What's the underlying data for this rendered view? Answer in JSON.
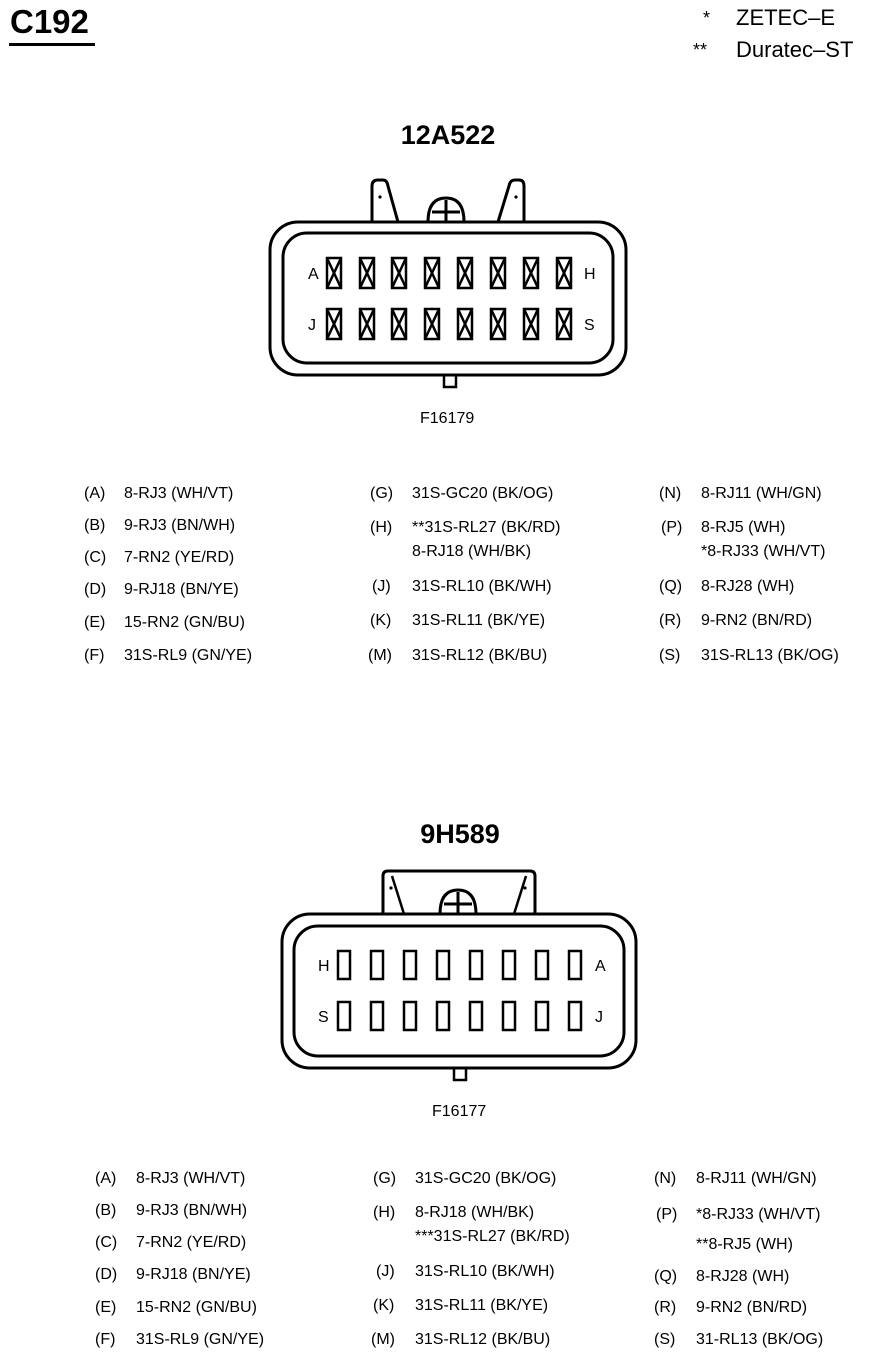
{
  "title": "C192",
  "legend": [
    {
      "mark": "*",
      "text": "ZETEC–E"
    },
    {
      "mark": "**",
      "text": "Duratec–ST"
    }
  ],
  "connectors": [
    {
      "name": "12A522",
      "figure_code": "F16179",
      "pin_labels": {
        "top_left": "A",
        "top_right": "H",
        "bottom_left": "J",
        "bottom_right": "S"
      },
      "pins": [
        {
          "pin": "(A)",
          "circuits": [
            "8-RJ3 (WH/VT)"
          ]
        },
        {
          "pin": "(B)",
          "circuits": [
            "9-RJ3 (BN/WH)"
          ]
        },
        {
          "pin": "(C)",
          "circuits": [
            "7-RN2 (YE/RD)"
          ]
        },
        {
          "pin": "(D)",
          "circuits": [
            "9-RJ18 (BN/YE)"
          ]
        },
        {
          "pin": "(E)",
          "circuits": [
            "15-RN2 (GN/BU)"
          ]
        },
        {
          "pin": "(F)",
          "circuits": [
            "31S-RL9 (GN/YE)"
          ]
        },
        {
          "pin": "(G)",
          "circuits": [
            "31S-GC20 (BK/OG)"
          ]
        },
        {
          "pin": "(H)",
          "circuits": [
            "**31S-RL27 (BK/RD)",
            "8-RJ18 (WH/BK)"
          ]
        },
        {
          "pin": "(J)",
          "circuits": [
            "31S-RL10 (BK/WH)"
          ]
        },
        {
          "pin": "(K)",
          "circuits": [
            "31S-RL11 (BK/YE)"
          ]
        },
        {
          "pin": "(M)",
          "circuits": [
            "31S-RL12 (BK/BU)"
          ]
        },
        {
          "pin": "(N)",
          "circuits": [
            "8-RJ11 (WH/GN)"
          ]
        },
        {
          "pin": "(P)",
          "circuits": [
            "8-RJ5 (WH)",
            "*8-RJ33 (WH/VT)"
          ]
        },
        {
          "pin": "(Q)",
          "circuits": [
            "8-RJ28 (WH)"
          ]
        },
        {
          "pin": "(R)",
          "circuits": [
            "9-RN2 (BN/RD)"
          ]
        },
        {
          "pin": "(S)",
          "circuits": [
            "31S-RL13 (BK/OG)"
          ]
        }
      ]
    },
    {
      "name": "9H589",
      "figure_code": "F16177",
      "pin_labels": {
        "top_left": "H",
        "top_right": "A",
        "bottom_left": "S",
        "bottom_right": "J"
      },
      "pins": [
        {
          "pin": "(A)",
          "circuits": [
            "8-RJ3 (WH/VT)"
          ]
        },
        {
          "pin": "(B)",
          "circuits": [
            "9-RJ3 (BN/WH)"
          ]
        },
        {
          "pin": "(C)",
          "circuits": [
            "7-RN2 (YE/RD)"
          ]
        },
        {
          "pin": "(D)",
          "circuits": [
            "9-RJ18 (BN/YE)"
          ]
        },
        {
          "pin": "(E)",
          "circuits": [
            "15-RN2 (GN/BU)"
          ]
        },
        {
          "pin": "(F)",
          "circuits": [
            "31S-RL9 (GN/YE)"
          ]
        },
        {
          "pin": "(G)",
          "circuits": [
            "31S-GC20 (BK/OG)"
          ]
        },
        {
          "pin": "(H)",
          "circuits": [
            "8-RJ18 (WH/BK)",
            "***31S-RL27 (BK/RD)"
          ]
        },
        {
          "pin": "(J)",
          "circuits": [
            "31S-RL10 (BK/WH)"
          ]
        },
        {
          "pin": "(K)",
          "circuits": [
            "31S-RL11 (BK/YE)"
          ]
        },
        {
          "pin": "(M)",
          "circuits": [
            "31S-RL12 (BK/BU)"
          ]
        },
        {
          "pin": "(N)",
          "circuits": [
            "8-RJ11 (WH/GN)"
          ]
        },
        {
          "pin": "(P)",
          "circuits": [
            "*8-RJ33 (WH/VT)",
            "**8-RJ5 (WH)"
          ]
        },
        {
          "pin": "(Q)",
          "circuits": [
            "8-RJ28 (WH)"
          ]
        },
        {
          "pin": "(R)",
          "circuits": [
            "9-RN2 (BN/RD)"
          ]
        },
        {
          "pin": "(S)",
          "circuits": [
            "31-RL13 (BK/OG)"
          ]
        }
      ]
    }
  ]
}
